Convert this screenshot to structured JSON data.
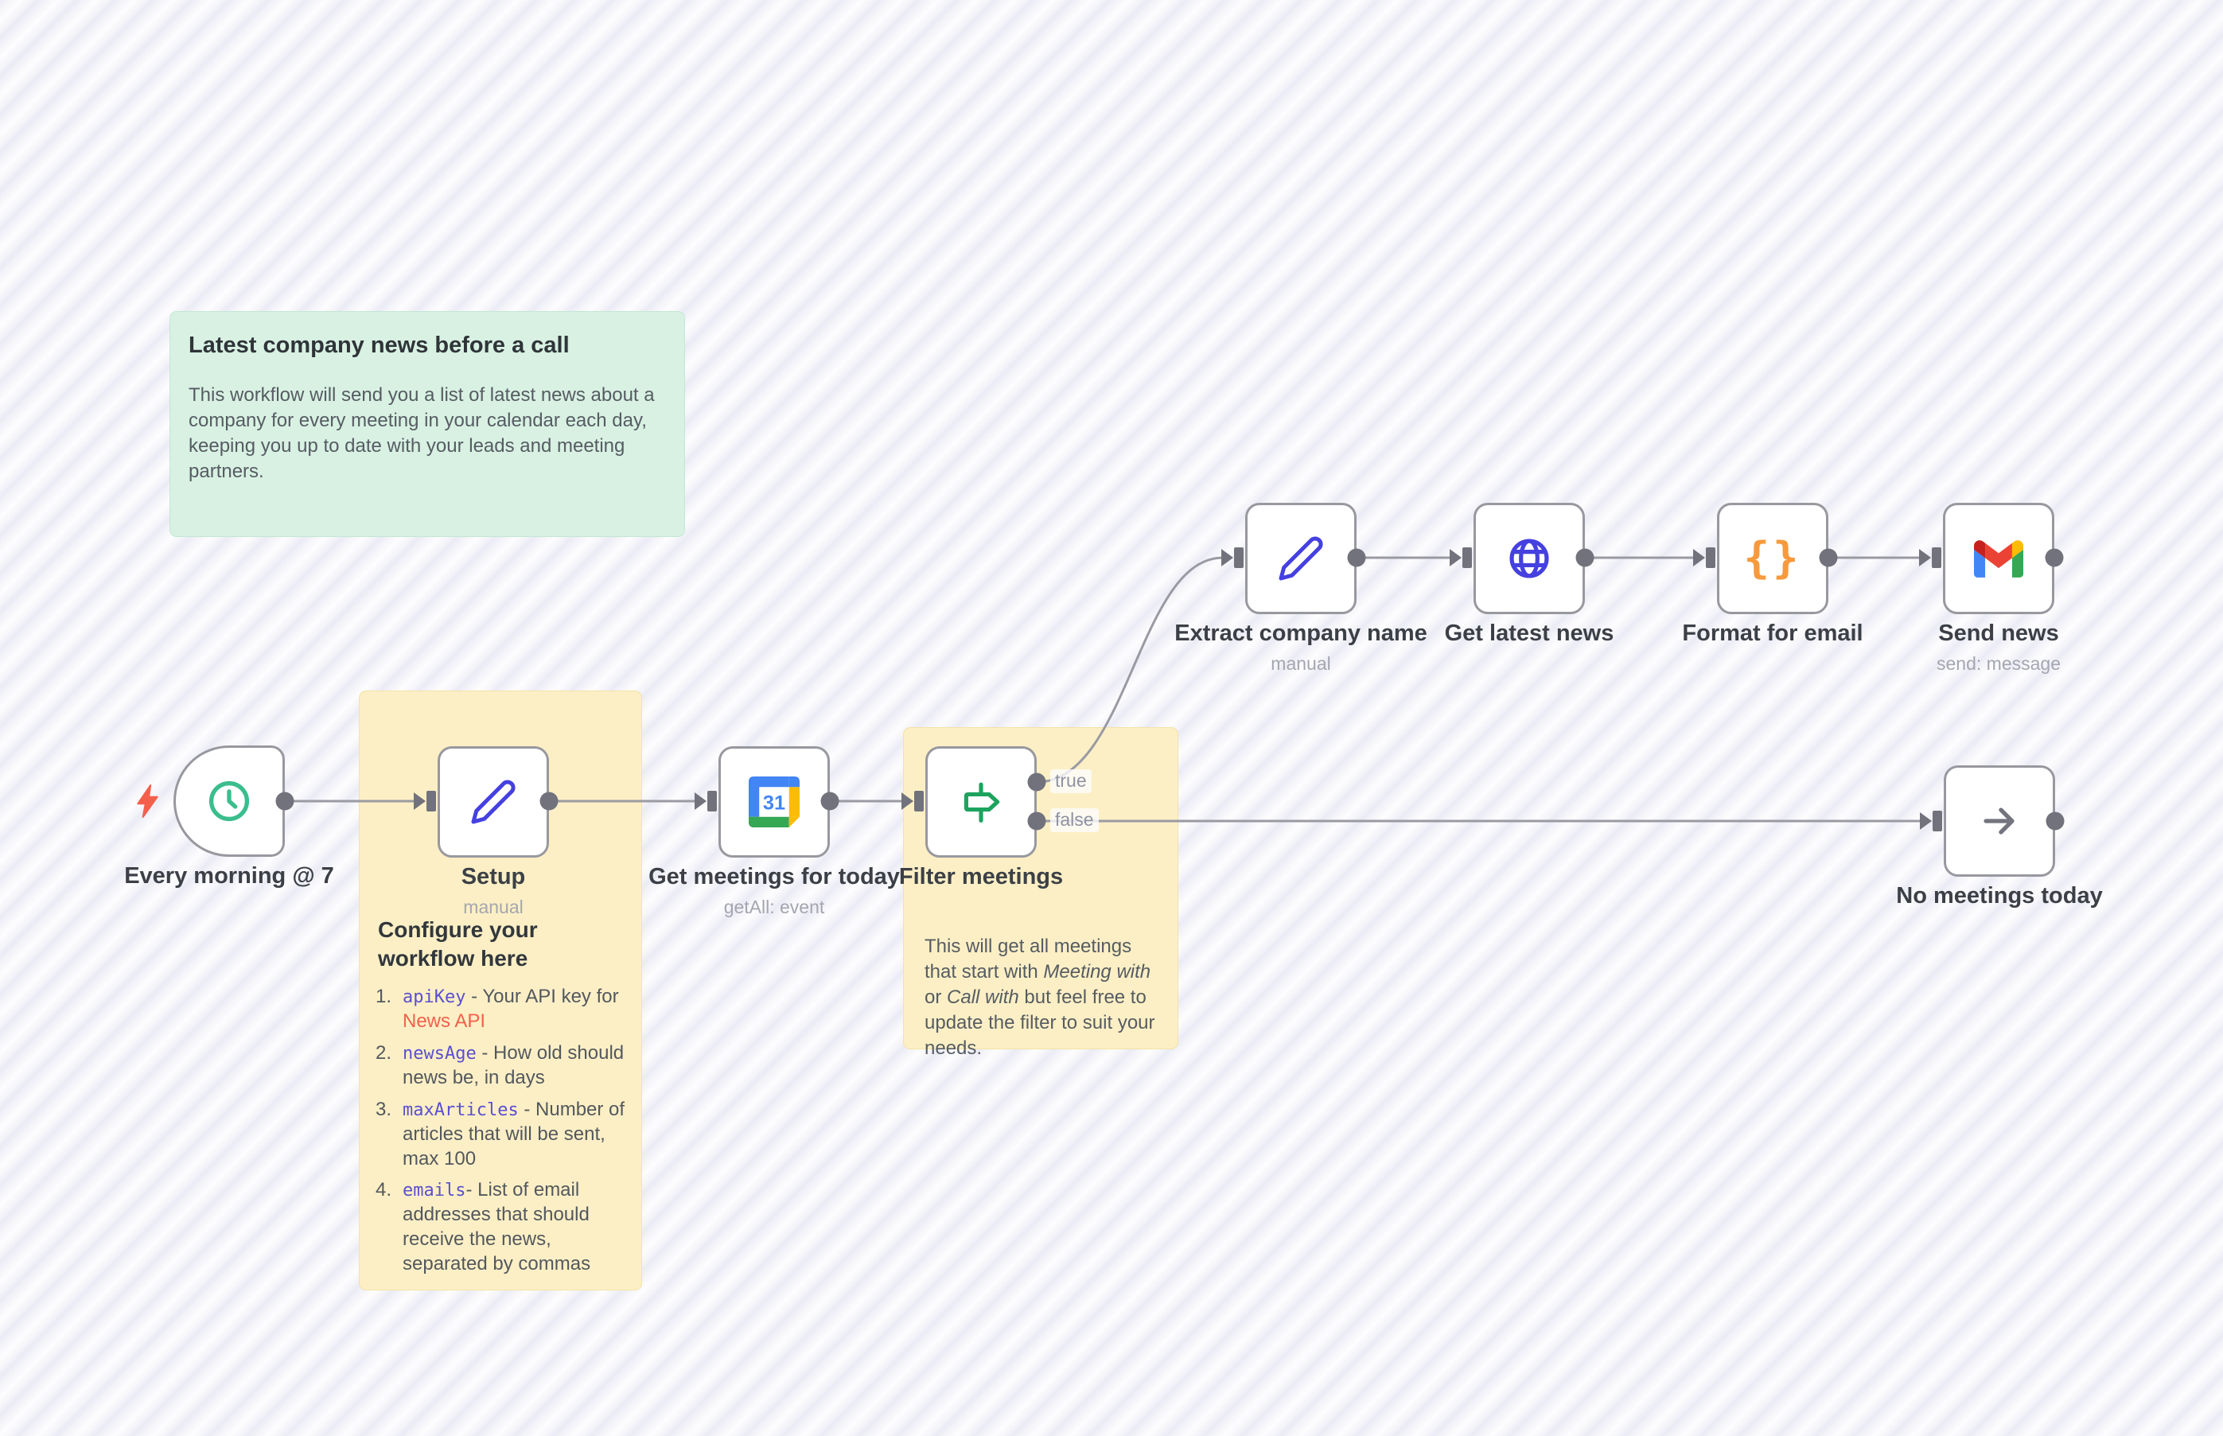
{
  "notes": {
    "overview": {
      "title": "Latest company news before a call",
      "body": "This workflow will send you a list of latest news about a company for every meeting in your calendar each day, keeping you up to date with your leads and meeting partners."
    },
    "setup_note": {
      "heading": "Configure your workflow here",
      "items": [
        {
          "num": "1.",
          "code": "apiKey",
          "text": " - Your API key for ",
          "link": "News API"
        },
        {
          "num": "2.",
          "code": "newsAge",
          "text": " - How old should news be, in days"
        },
        {
          "num": "3.",
          "code": "maxArticles",
          "text": " - Number of articles that will be sent, max 100"
        },
        {
          "num": "4.",
          "code": "emails",
          "text": "- List of email addresses that should receive the news, separated by commas"
        }
      ]
    },
    "filter_note": {
      "p1": "This will get all meetings that start with ",
      "em1": "Meeting with",
      "p2": " or ",
      "em2": "Call with",
      "p3": " but feel free to update the filter to suit your needs."
    }
  },
  "nodes": [
    {
      "label": "Every morning @ 7",
      "icon": "clock-icon"
    },
    {
      "label": "Setup",
      "sublabel": "manual",
      "icon": "pencil-icon"
    },
    {
      "label": "Get meetings for today",
      "sublabel": "getAll: event",
      "icon": "google-calendar-icon"
    },
    {
      "label": "Filter meetings",
      "icon": "signpost-icon"
    },
    {
      "label": "Extract company name",
      "sublabel": "manual",
      "icon": "pencil-icon"
    },
    {
      "label": "Get latest news",
      "icon": "globe-icon"
    },
    {
      "label": "Format for email",
      "icon": "braces-icon"
    },
    {
      "label": "Send news",
      "sublabel": "send: message",
      "icon": "gmail-icon"
    },
    {
      "label": "No meetings today",
      "icon": "arrow-right-icon"
    }
  ],
  "outputs": {
    "true_label": "true",
    "false_label": "false"
  },
  "calendar_icon_text": "31",
  "braces_glyph": "{}",
  "colors": {
    "sticky_yellow": "#fcefc5",
    "sticky_green": "#d8f1e3",
    "node_border": "#98989f",
    "wire_gray": "#9a9aa3",
    "connector_gray": "#72727c",
    "icon_blue": "#4540e0",
    "clock_green": "#3bbd8d",
    "signpost_green": "#1da35e",
    "braces_orange": "#f79a3e",
    "code_purple": "#5a4fd1",
    "link_red": "#f4604c",
    "bolt_red": "#f4604c"
  }
}
